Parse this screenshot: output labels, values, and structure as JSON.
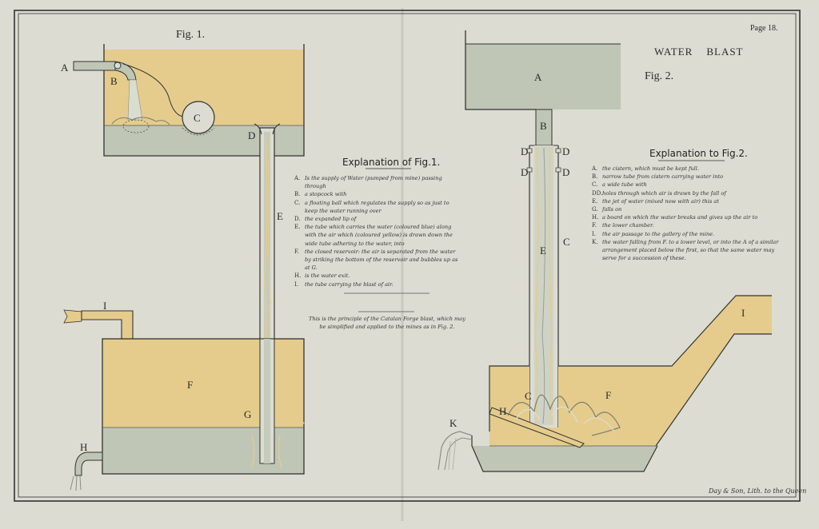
{
  "page_label": "Page 18.",
  "plate_title": "WATER    BLAST",
  "fig1_title": "Fig. 1.",
  "fig2_title": "Fig. 2.",
  "fig1_labels": {
    "A": "A",
    "B": "B",
    "C": "C",
    "D": "D",
    "E": "E",
    "F": "F",
    "G": "G",
    "H": "H",
    "I": "I"
  },
  "fig2_labels": {
    "A": "A",
    "B": "B",
    "C": "C",
    "C2": "C",
    "D1": "D",
    "D2": "D",
    "D3": "D",
    "D4": "D",
    "E": "E",
    "F": "F",
    "H": "H",
    "I": "I",
    "K": "K"
  },
  "explanation1": {
    "heading": "Explanation of Fig.1.",
    "items": [
      {
        "key": "A.",
        "text": "Is the supply of Water (pumped from mine) passing through"
      },
      {
        "key": "B.",
        "text": "a stopcock with"
      },
      {
        "key": "C.",
        "text": "a floating ball which regulates the supply so as just to keep the water running over"
      },
      {
        "key": "D.",
        "text": "the expanded lip of"
      },
      {
        "key": "E.",
        "text": "the tube which carries the water (coloured blue) along with the air which (coloured yellow) is drawn down the wide tube adhering to the water, into"
      },
      {
        "key": "F.",
        "text": "the closed reservoir: the air is separated from the water by striking the bottom of the reservoir and bubbles up as at G."
      },
      {
        "key": "H.",
        "text": "is the water exit."
      },
      {
        "key": "I.",
        "text": "the tube carrying the blast of air."
      }
    ],
    "note": "This is the principle of the Catalan Forge blast, which may be simplified and applied to the mines as in Fig. 2."
  },
  "explanation2": {
    "heading": "Explanation to Fig.2.",
    "items": [
      {
        "key": "A.",
        "text": "the cistern, which must be kept full."
      },
      {
        "key": "B.",
        "text": "narrow tube from cistern carrying water into"
      },
      {
        "key": "C.",
        "text": "a wide tube with"
      },
      {
        "key": "DD.",
        "text": "holes through which air is drawn by the fall of"
      },
      {
        "key": "E.",
        "text": "the jet of water (mixed now with air) this at"
      },
      {
        "key": "G.",
        "text": "falls on"
      },
      {
        "key": "H.",
        "text": "a board on which the water breaks and gives up the air to"
      },
      {
        "key": "F.",
        "text": "the lower chamber."
      },
      {
        "key": "I.",
        "text": "the air passage to the gallery of the mine."
      },
      {
        "key": "K.",
        "text": "the water falling from F. to a lower level, or into the A of a similar arrangement placed below the first, so that the same water may serve for a succession of these."
      }
    ]
  },
  "credit": "Day & Son, Lith. to the Queen",
  "colors": {
    "paper": "#dcdcd2",
    "water": "#bfc6b6",
    "air": "#e5cc8c",
    "ink": "#3a3a3a"
  }
}
